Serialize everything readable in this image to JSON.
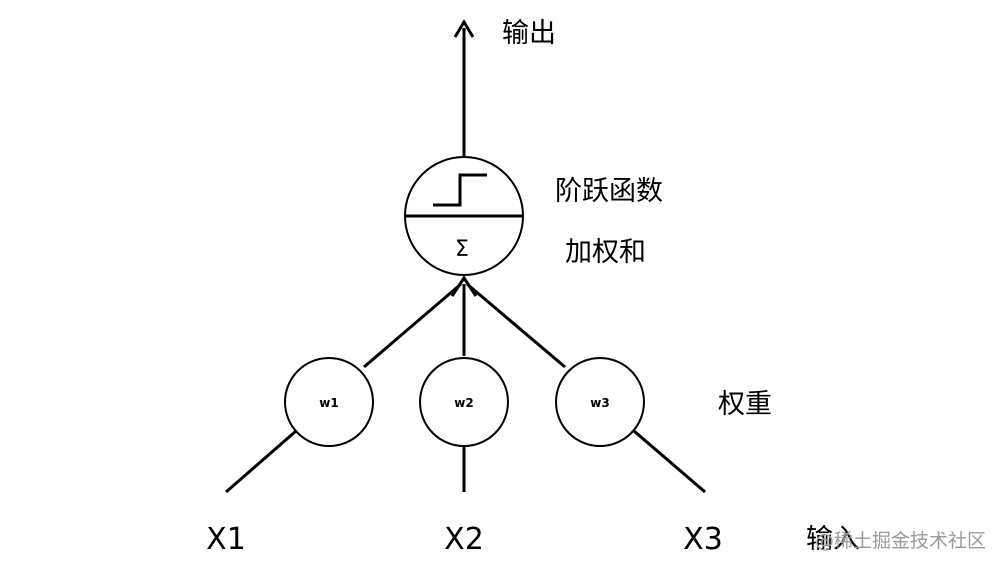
{
  "labels": {
    "output": "输出",
    "step_function": "阶跃函数",
    "weighted_sum": "加权和",
    "weights": "权重",
    "input": "输入",
    "sigma": "Σ"
  },
  "inputs": [
    "X1",
    "X2",
    "X3"
  ],
  "weights": [
    "w1",
    "w2",
    "w3"
  ],
  "watermark": "@稀土掘金技术社区",
  "colors": {
    "stroke": "#000000",
    "background": "#ffffff",
    "watermark": "#9a9a9a"
  }
}
